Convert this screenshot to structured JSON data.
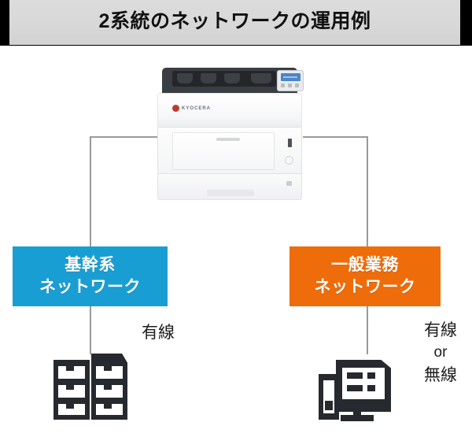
{
  "header": {
    "title": "2系統のネットワークの運用例",
    "band_color": "#d8d8d8",
    "frame_color": "#000000"
  },
  "device": {
    "name": "printer-illustration",
    "brand_label": "KYOCERA",
    "brand_mark_color": "#c0392b",
    "lcd_color": "#4a86c8"
  },
  "networks": [
    {
      "id": "core",
      "line1": "基幹系",
      "line2": "ネットワーク",
      "color": "#199ed4",
      "connection_label": "有線",
      "endpoint_icon": "factory-building-icon"
    },
    {
      "id": "office",
      "line1": "一般業務",
      "line2": "ネットワーク",
      "color": "#ef6c0a",
      "connection_label_line1": "有線",
      "connection_label_line2": "or",
      "connection_label_line3": "無線",
      "endpoint_icon": "office-building-icon"
    }
  ],
  "connectors": {
    "color": "#9a9a9a"
  }
}
